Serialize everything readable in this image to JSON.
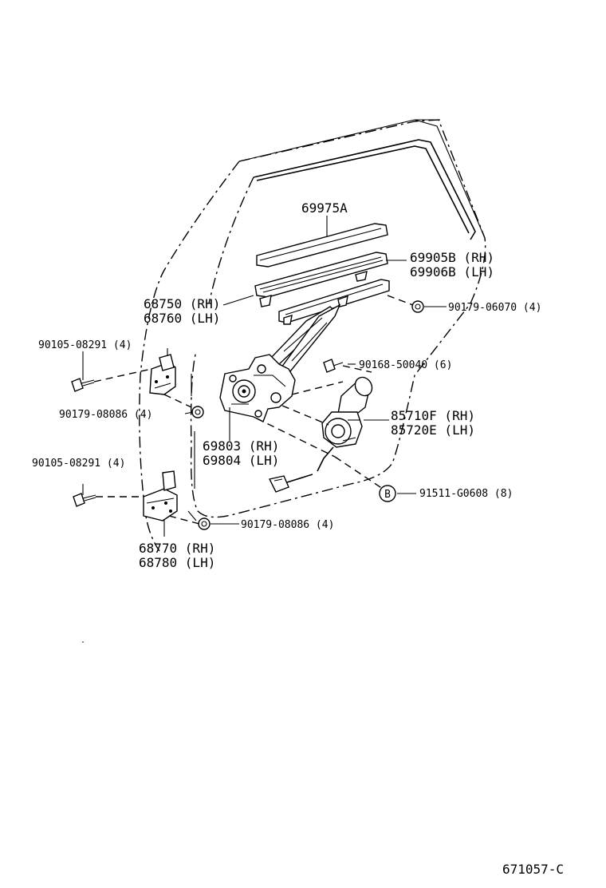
{
  "diagram_code": "671057-C",
  "labels": {
    "p69975A": "69975A",
    "p69905B": "69905B (RH)",
    "p69906B": "69906B (LH)",
    "p90179_06070": "90179-06070 (4)",
    "p68750": "68750 (RH)",
    "p68760": "68760 (LH)",
    "p90105_a": "90105-08291 (4)",
    "p90168": "90168-50040 (6)",
    "p90179_08086_a": "90179-08086 (4)",
    "p85710F": "85710F (RH)",
    "p85720E": "85720E (LH)",
    "p69803": "69803 (RH)",
    "p69804": "69804 (LH)",
    "p90105_b": "90105-08291 (4)",
    "p91511": "91511-G0608 (8)",
    "p90179_08086_b": "90179-08086 (4)",
    "p68770": "68770 (RH)",
    "p68780": "68780 (LH)",
    "ref_b": "B"
  }
}
